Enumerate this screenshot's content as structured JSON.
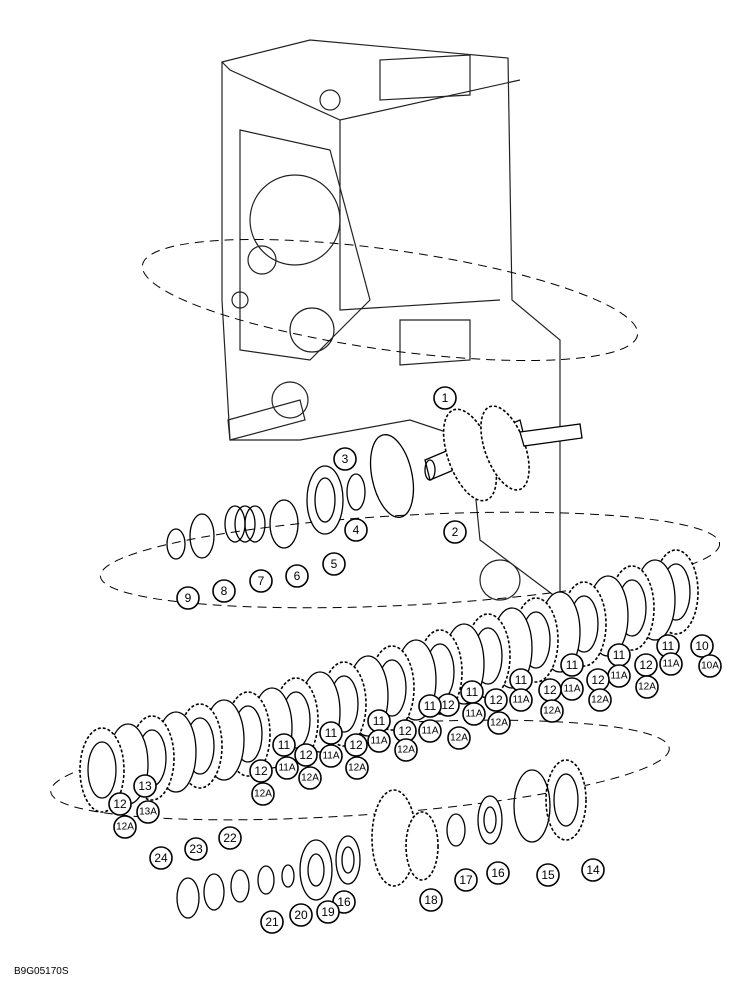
{
  "figure_code": "B9G05170S",
  "callouts": [
    {
      "label": "1"
    },
    {
      "label": "2"
    },
    {
      "label": "3"
    },
    {
      "label": "4"
    },
    {
      "label": "5"
    },
    {
      "label": "6"
    },
    {
      "label": "7"
    },
    {
      "label": "8"
    },
    {
      "label": "9"
    },
    {
      "label": "10"
    },
    {
      "label": "10A"
    },
    {
      "label": "11"
    },
    {
      "label": "11A"
    },
    {
      "label": "12"
    },
    {
      "label": "12A"
    },
    {
      "label": "11"
    },
    {
      "label": "11A"
    },
    {
      "label": "12"
    },
    {
      "label": "12A"
    },
    {
      "label": "11"
    },
    {
      "label": "11A"
    },
    {
      "label": "12"
    },
    {
      "label": "12A"
    },
    {
      "label": "11"
    },
    {
      "label": "11A"
    },
    {
      "label": "12"
    },
    {
      "label": "12A"
    },
    {
      "label": "11"
    },
    {
      "label": "11A"
    },
    {
      "label": "12"
    },
    {
      "label": "12A"
    },
    {
      "label": "11"
    },
    {
      "label": "11A"
    },
    {
      "label": "12"
    },
    {
      "label": "12A"
    },
    {
      "label": "11"
    },
    {
      "label": "11A"
    },
    {
      "label": "12"
    },
    {
      "label": "12A"
    },
    {
      "label": "11"
    },
    {
      "label": "11A"
    },
    {
      "label": "12"
    },
    {
      "label": "12A"
    },
    {
      "label": "11"
    },
    {
      "label": "11A"
    },
    {
      "label": "12"
    },
    {
      "label": "12A"
    },
    {
      "label": "13"
    },
    {
      "label": "13A"
    },
    {
      "label": "12"
    },
    {
      "label": "12A"
    },
    {
      "label": "14"
    },
    {
      "label": "15"
    },
    {
      "label": "16"
    },
    {
      "label": "17"
    },
    {
      "label": "18"
    },
    {
      "label": "16"
    },
    {
      "label": "19"
    },
    {
      "label": "20"
    },
    {
      "label": "21"
    },
    {
      "label": "22"
    },
    {
      "label": "23"
    },
    {
      "label": "24"
    }
  ]
}
